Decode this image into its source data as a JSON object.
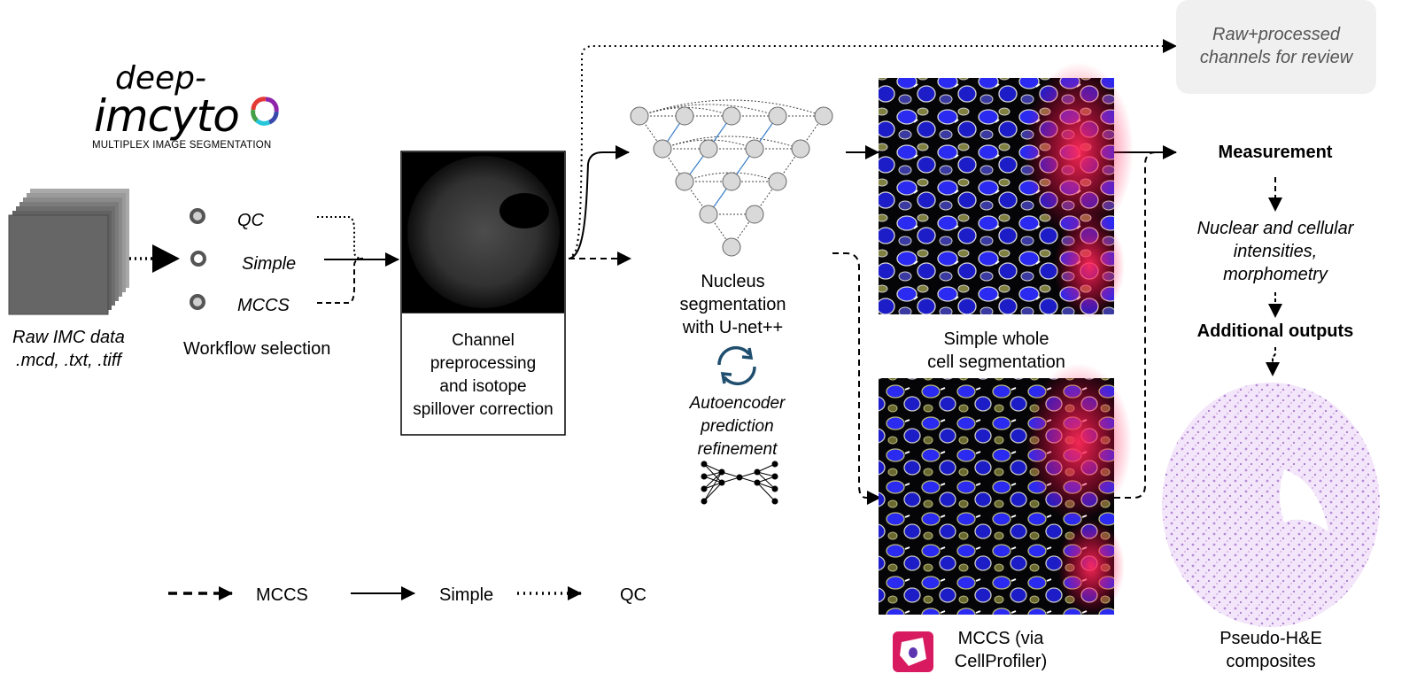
{
  "logo": {
    "line1": "deep-",
    "line2": "imcyto",
    "subtitle": "MULTIPLEX IMAGE SEGMENTATION"
  },
  "input": {
    "label_line1": "Raw IMC data",
    "label_line2": ".mcd, .txt, .tiff"
  },
  "workflow": {
    "options": [
      "QC",
      "Simple",
      "MCCS"
    ],
    "selected": "Simple",
    "title": "Workflow selection"
  },
  "preprocessing": {
    "lines": [
      "Channel",
      "preprocessing",
      "and isotope",
      "spillover correction"
    ]
  },
  "review": {
    "line1": "Raw+processed",
    "line2": "channels for review"
  },
  "nucleus": {
    "lines": [
      "Nucleus",
      "segmentation",
      "with U-net++"
    ],
    "refinement_lines": [
      "Autoencoder",
      "prediction",
      "refinement"
    ]
  },
  "simple_seg": {
    "line1": "Simple whole",
    "line2": "cell segmentation"
  },
  "mccs_seg": {
    "line1": "MCCS (via",
    "line2": "CellProfiler)"
  },
  "measurement": {
    "title": "Measurement",
    "details": [
      "Nuclear and cellular",
      "intensities,",
      "morphometry"
    ],
    "additional": "Additional outputs"
  },
  "pseudo_he": {
    "line1": "Pseudo-H&E",
    "line2": "composites"
  },
  "legend": {
    "items": [
      {
        "style": "dashed",
        "label": "MCCS"
      },
      {
        "style": "solid",
        "label": "Simple"
      },
      {
        "style": "dotted",
        "label": "QC"
      }
    ]
  },
  "icons": [
    "image-stack-icon",
    "refresh-icon",
    "neural-network-icon",
    "cellprofiler-icon"
  ]
}
